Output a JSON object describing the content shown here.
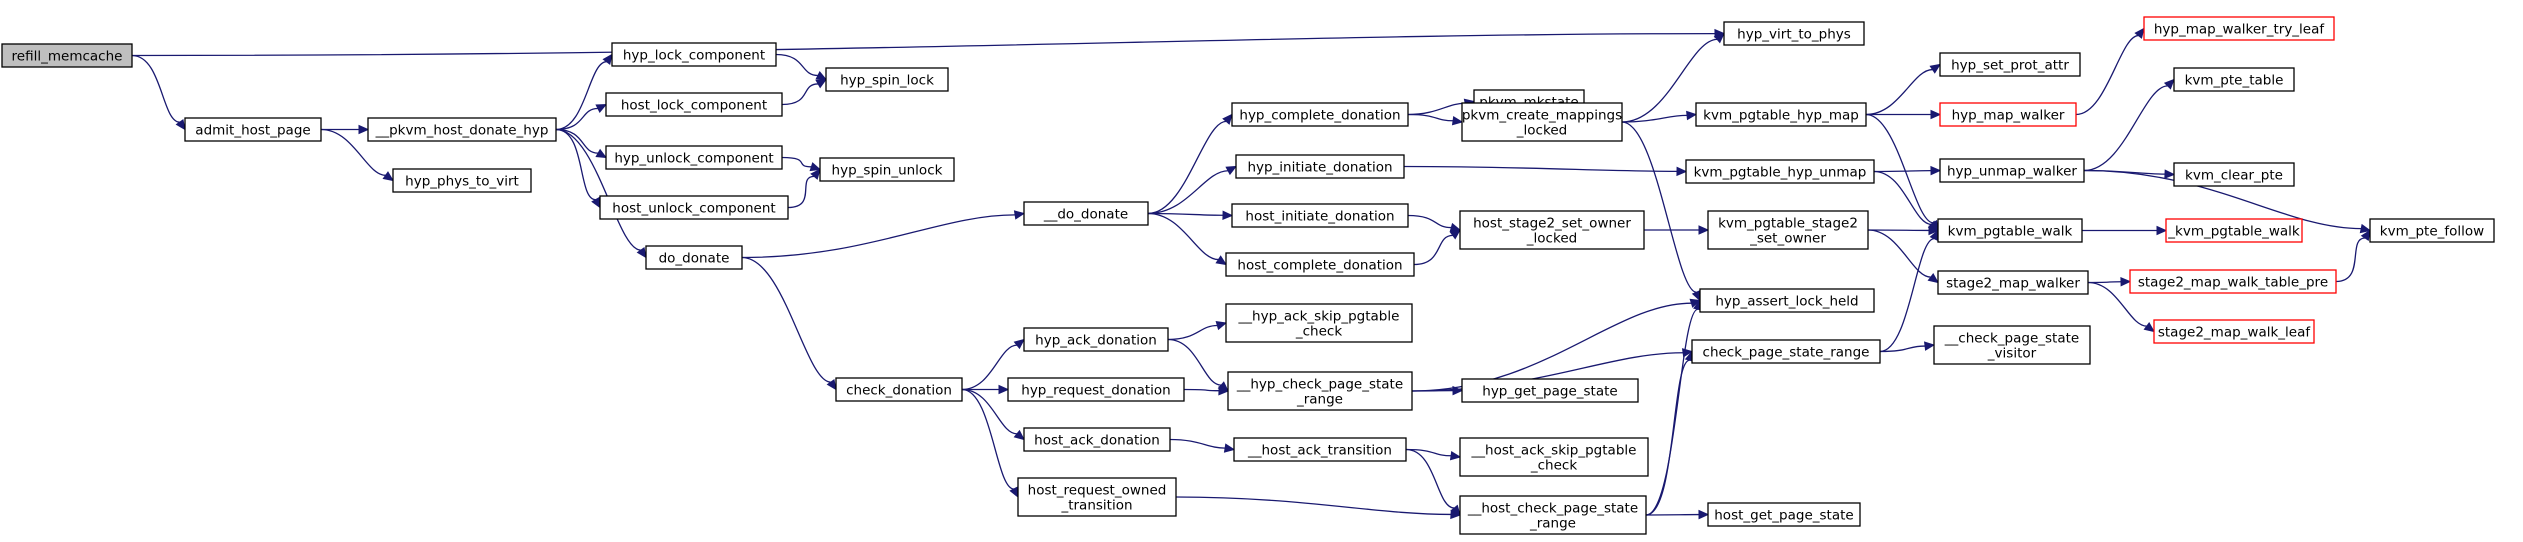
{
  "colors": {
    "edge": "#191970",
    "root_fill": "#bfbfbf",
    "truncated_border": "#ff0000",
    "node_border": "#000000"
  },
  "nodes": {
    "refill_memcache": {
      "lines": [
        "refill_memcache"
      ],
      "style": "root"
    },
    "admit_host_page": {
      "lines": [
        "admit_host_page"
      ]
    },
    "pkvm_host_donate_hyp": {
      "lines": [
        "__pkvm_host_donate_hyp"
      ]
    },
    "hyp_phys_to_virt": {
      "lines": [
        "hyp_phys_to_virt"
      ]
    },
    "hyp_lock_component": {
      "lines": [
        "hyp_lock_component"
      ]
    },
    "host_lock_component": {
      "lines": [
        "host_lock_component"
      ]
    },
    "hyp_unlock_component": {
      "lines": [
        "hyp_unlock_component"
      ]
    },
    "host_unlock_component": {
      "lines": [
        "host_unlock_component"
      ]
    },
    "do_donate": {
      "lines": [
        "do_donate"
      ]
    },
    "hyp_spin_lock": {
      "lines": [
        "hyp_spin_lock"
      ]
    },
    "hyp_spin_unlock": {
      "lines": [
        "hyp_spin_unlock"
      ]
    },
    "check_donation": {
      "lines": [
        "check_donation"
      ]
    },
    "hyp_ack_donation": {
      "lines": [
        "hyp_ack_donation"
      ]
    },
    "hyp_request_donation": {
      "lines": [
        "hyp_request_donation"
      ]
    },
    "host_ack_donation": {
      "lines": [
        "host_ack_donation"
      ]
    },
    "host_request_owned_transition": {
      "lines": [
        "host_request_owned",
        "_transition"
      ]
    },
    "hyp_ack_skip_pgtable_check": {
      "lines": [
        "__hyp_ack_skip_pgtable",
        "_check"
      ]
    },
    "hyp_check_page_state_range": {
      "lines": [
        "__hyp_check_page_state",
        "_range"
      ]
    },
    "host_ack_transition": {
      "lines": [
        "__host_ack_transition"
      ]
    },
    "host_check_page_state_range": {
      "lines": [
        "__host_check_page_state",
        "_range"
      ]
    },
    "do_donate2": {
      "lines": [
        "__do_donate"
      ]
    },
    "hyp_complete_donation": {
      "lines": [
        "hyp_complete_donation"
      ]
    },
    "hyp_initiate_donation": {
      "lines": [
        "hyp_initiate_donation"
      ]
    },
    "host_initiate_donation": {
      "lines": [
        "host_initiate_donation"
      ]
    },
    "host_complete_donation": {
      "lines": [
        "host_complete_donation"
      ]
    },
    "pkvm_mkstate": {
      "lines": [
        "pkvm_mkstate"
      ]
    },
    "pkvm_create_mappings_locked": {
      "lines": [
        "pkvm_create_mappings",
        "_locked"
      ]
    },
    "host_stage2_set_owner_locked": {
      "lines": [
        "host_stage2_set_owner",
        "_locked"
      ]
    },
    "host_ack_skip_pgtable_check": {
      "lines": [
        "__host_ack_skip_pgtable",
        "_check"
      ]
    },
    "hyp_get_page_state": {
      "lines": [
        "hyp_get_page_state"
      ]
    },
    "host_get_page_state": {
      "lines": [
        "host_get_page_state"
      ]
    },
    "hyp_virt_to_phys": {
      "lines": [
        "hyp_virt_to_phys"
      ]
    },
    "kvm_pgtable_hyp_map": {
      "lines": [
        "kvm_pgtable_hyp_map"
      ]
    },
    "kvm_pgtable_hyp_unmap": {
      "lines": [
        "kvm_pgtable_hyp_unmap"
      ]
    },
    "kvm_pgtable_stage2_set_owner": {
      "lines": [
        "kvm_pgtable_stage2",
        "_set_owner"
      ]
    },
    "hyp_assert_lock_held": {
      "lines": [
        "hyp_assert_lock_held"
      ]
    },
    "check_page_state_range": {
      "lines": [
        "check_page_state_range"
      ]
    },
    "hyp_set_prot_attr": {
      "lines": [
        "hyp_set_prot_attr"
      ]
    },
    "hyp_map_walker": {
      "lines": [
        "hyp_map_walker"
      ],
      "style": "truncated"
    },
    "hyp_unmap_walker": {
      "lines": [
        "hyp_unmap_walker"
      ]
    },
    "kvm_pgtable_walk": {
      "lines": [
        "kvm_pgtable_walk"
      ]
    },
    "stage2_map_walker": {
      "lines": [
        "stage2_map_walker"
      ]
    },
    "check_page_state_visitor": {
      "lines": [
        "__check_page_state",
        "_visitor"
      ]
    },
    "hyp_map_walker_try_leaf": {
      "lines": [
        "hyp_map_walker_try_leaf"
      ],
      "style": "truncated"
    },
    "kvm_pte_table": {
      "lines": [
        "kvm_pte_table"
      ]
    },
    "kvm_clear_pte": {
      "lines": [
        "kvm_clear_pte"
      ]
    },
    "kvm_pgtable_walk_inner": {
      "lines": [
        "_kvm_pgtable_walk"
      ],
      "style": "truncated"
    },
    "stage2_map_walk_table_pre": {
      "lines": [
        "stage2_map_walk_table_pre"
      ],
      "style": "truncated"
    },
    "stage2_map_walk_leaf": {
      "lines": [
        "stage2_map_walk_leaf"
      ],
      "style": "truncated"
    },
    "kvm_pte_follow": {
      "lines": [
        "kvm_pte_follow"
      ]
    }
  },
  "edges": [
    [
      "refill_memcache",
      "hyp_virt_to_phys"
    ],
    [
      "refill_memcache",
      "admit_host_page"
    ],
    [
      "admit_host_page",
      "pkvm_host_donate_hyp"
    ],
    [
      "admit_host_page",
      "hyp_phys_to_virt"
    ],
    [
      "pkvm_host_donate_hyp",
      "hyp_lock_component"
    ],
    [
      "pkvm_host_donate_hyp",
      "host_lock_component"
    ],
    [
      "pkvm_host_donate_hyp",
      "hyp_unlock_component"
    ],
    [
      "pkvm_host_donate_hyp",
      "host_unlock_component"
    ],
    [
      "pkvm_host_donate_hyp",
      "do_donate"
    ],
    [
      "hyp_lock_component",
      "hyp_spin_lock"
    ],
    [
      "host_lock_component",
      "hyp_spin_lock"
    ],
    [
      "hyp_unlock_component",
      "hyp_spin_unlock"
    ],
    [
      "host_unlock_component",
      "hyp_spin_unlock"
    ],
    [
      "do_donate",
      "do_donate2"
    ],
    [
      "do_donate",
      "check_donation"
    ],
    [
      "check_donation",
      "hyp_ack_donation"
    ],
    [
      "check_donation",
      "hyp_request_donation"
    ],
    [
      "check_donation",
      "host_ack_donation"
    ],
    [
      "check_donation",
      "host_request_owned_transition"
    ],
    [
      "hyp_ack_donation",
      "hyp_ack_skip_pgtable_check"
    ],
    [
      "hyp_ack_donation",
      "hyp_check_page_state_range"
    ],
    [
      "hyp_request_donation",
      "hyp_check_page_state_range"
    ],
    [
      "host_ack_donation",
      "host_ack_transition"
    ],
    [
      "host_request_owned_transition",
      "host_check_page_state_range"
    ],
    [
      "host_ack_transition",
      "host_ack_skip_pgtable_check"
    ],
    [
      "host_ack_transition",
      "host_check_page_state_range"
    ],
    [
      "hyp_check_page_state_range",
      "hyp_assert_lock_held"
    ],
    [
      "hyp_check_page_state_range",
      "check_page_state_range"
    ],
    [
      "hyp_check_page_state_range",
      "hyp_get_page_state"
    ],
    [
      "host_check_page_state_range",
      "hyp_assert_lock_held"
    ],
    [
      "host_check_page_state_range",
      "check_page_state_range"
    ],
    [
      "host_check_page_state_range",
      "host_get_page_state"
    ],
    [
      "do_donate2",
      "hyp_complete_donation"
    ],
    [
      "do_donate2",
      "hyp_initiate_donation"
    ],
    [
      "do_donate2",
      "host_initiate_donation"
    ],
    [
      "do_donate2",
      "host_complete_donation"
    ],
    [
      "hyp_complete_donation",
      "pkvm_create_mappings_locked"
    ],
    [
      "hyp_complete_donation",
      "pkvm_mkstate"
    ],
    [
      "hyp_initiate_donation",
      "kvm_pgtable_hyp_unmap"
    ],
    [
      "host_initiate_donation",
      "host_stage2_set_owner_locked"
    ],
    [
      "host_complete_donation",
      "host_stage2_set_owner_locked"
    ],
    [
      "pkvm_create_mappings_locked",
      "hyp_virt_to_phys"
    ],
    [
      "pkvm_create_mappings_locked",
      "kvm_pgtable_hyp_map"
    ],
    [
      "pkvm_create_mappings_locked",
      "hyp_assert_lock_held"
    ],
    [
      "host_stage2_set_owner_locked",
      "kvm_pgtable_stage2_set_owner"
    ],
    [
      "kvm_pgtable_hyp_map",
      "hyp_set_prot_attr"
    ],
    [
      "kvm_pgtable_hyp_map",
      "hyp_map_walker"
    ],
    [
      "kvm_pgtable_hyp_map",
      "kvm_pgtable_walk"
    ],
    [
      "kvm_pgtable_hyp_unmap",
      "hyp_unmap_walker"
    ],
    [
      "kvm_pgtable_hyp_unmap",
      "kvm_pgtable_walk"
    ],
    [
      "kvm_pgtable_stage2_set_owner",
      "kvm_pgtable_walk"
    ],
    [
      "kvm_pgtable_stage2_set_owner",
      "stage2_map_walker"
    ],
    [
      "check_page_state_range",
      "kvm_pgtable_walk"
    ],
    [
      "check_page_state_range",
      "check_page_state_visitor"
    ],
    [
      "hyp_map_walker",
      "hyp_map_walker_try_leaf"
    ],
    [
      "hyp_unmap_walker",
      "kvm_pte_table"
    ],
    [
      "hyp_unmap_walker",
      "kvm_clear_pte"
    ],
    [
      "hyp_unmap_walker",
      "kvm_pte_follow"
    ],
    [
      "kvm_pgtable_walk",
      "kvm_pgtable_walk_inner"
    ],
    [
      "stage2_map_walker",
      "stage2_map_walk_table_pre"
    ],
    [
      "stage2_map_walker",
      "stage2_map_walk_leaf"
    ],
    [
      "stage2_map_walk_table_pre",
      "kvm_pte_follow"
    ]
  ]
}
